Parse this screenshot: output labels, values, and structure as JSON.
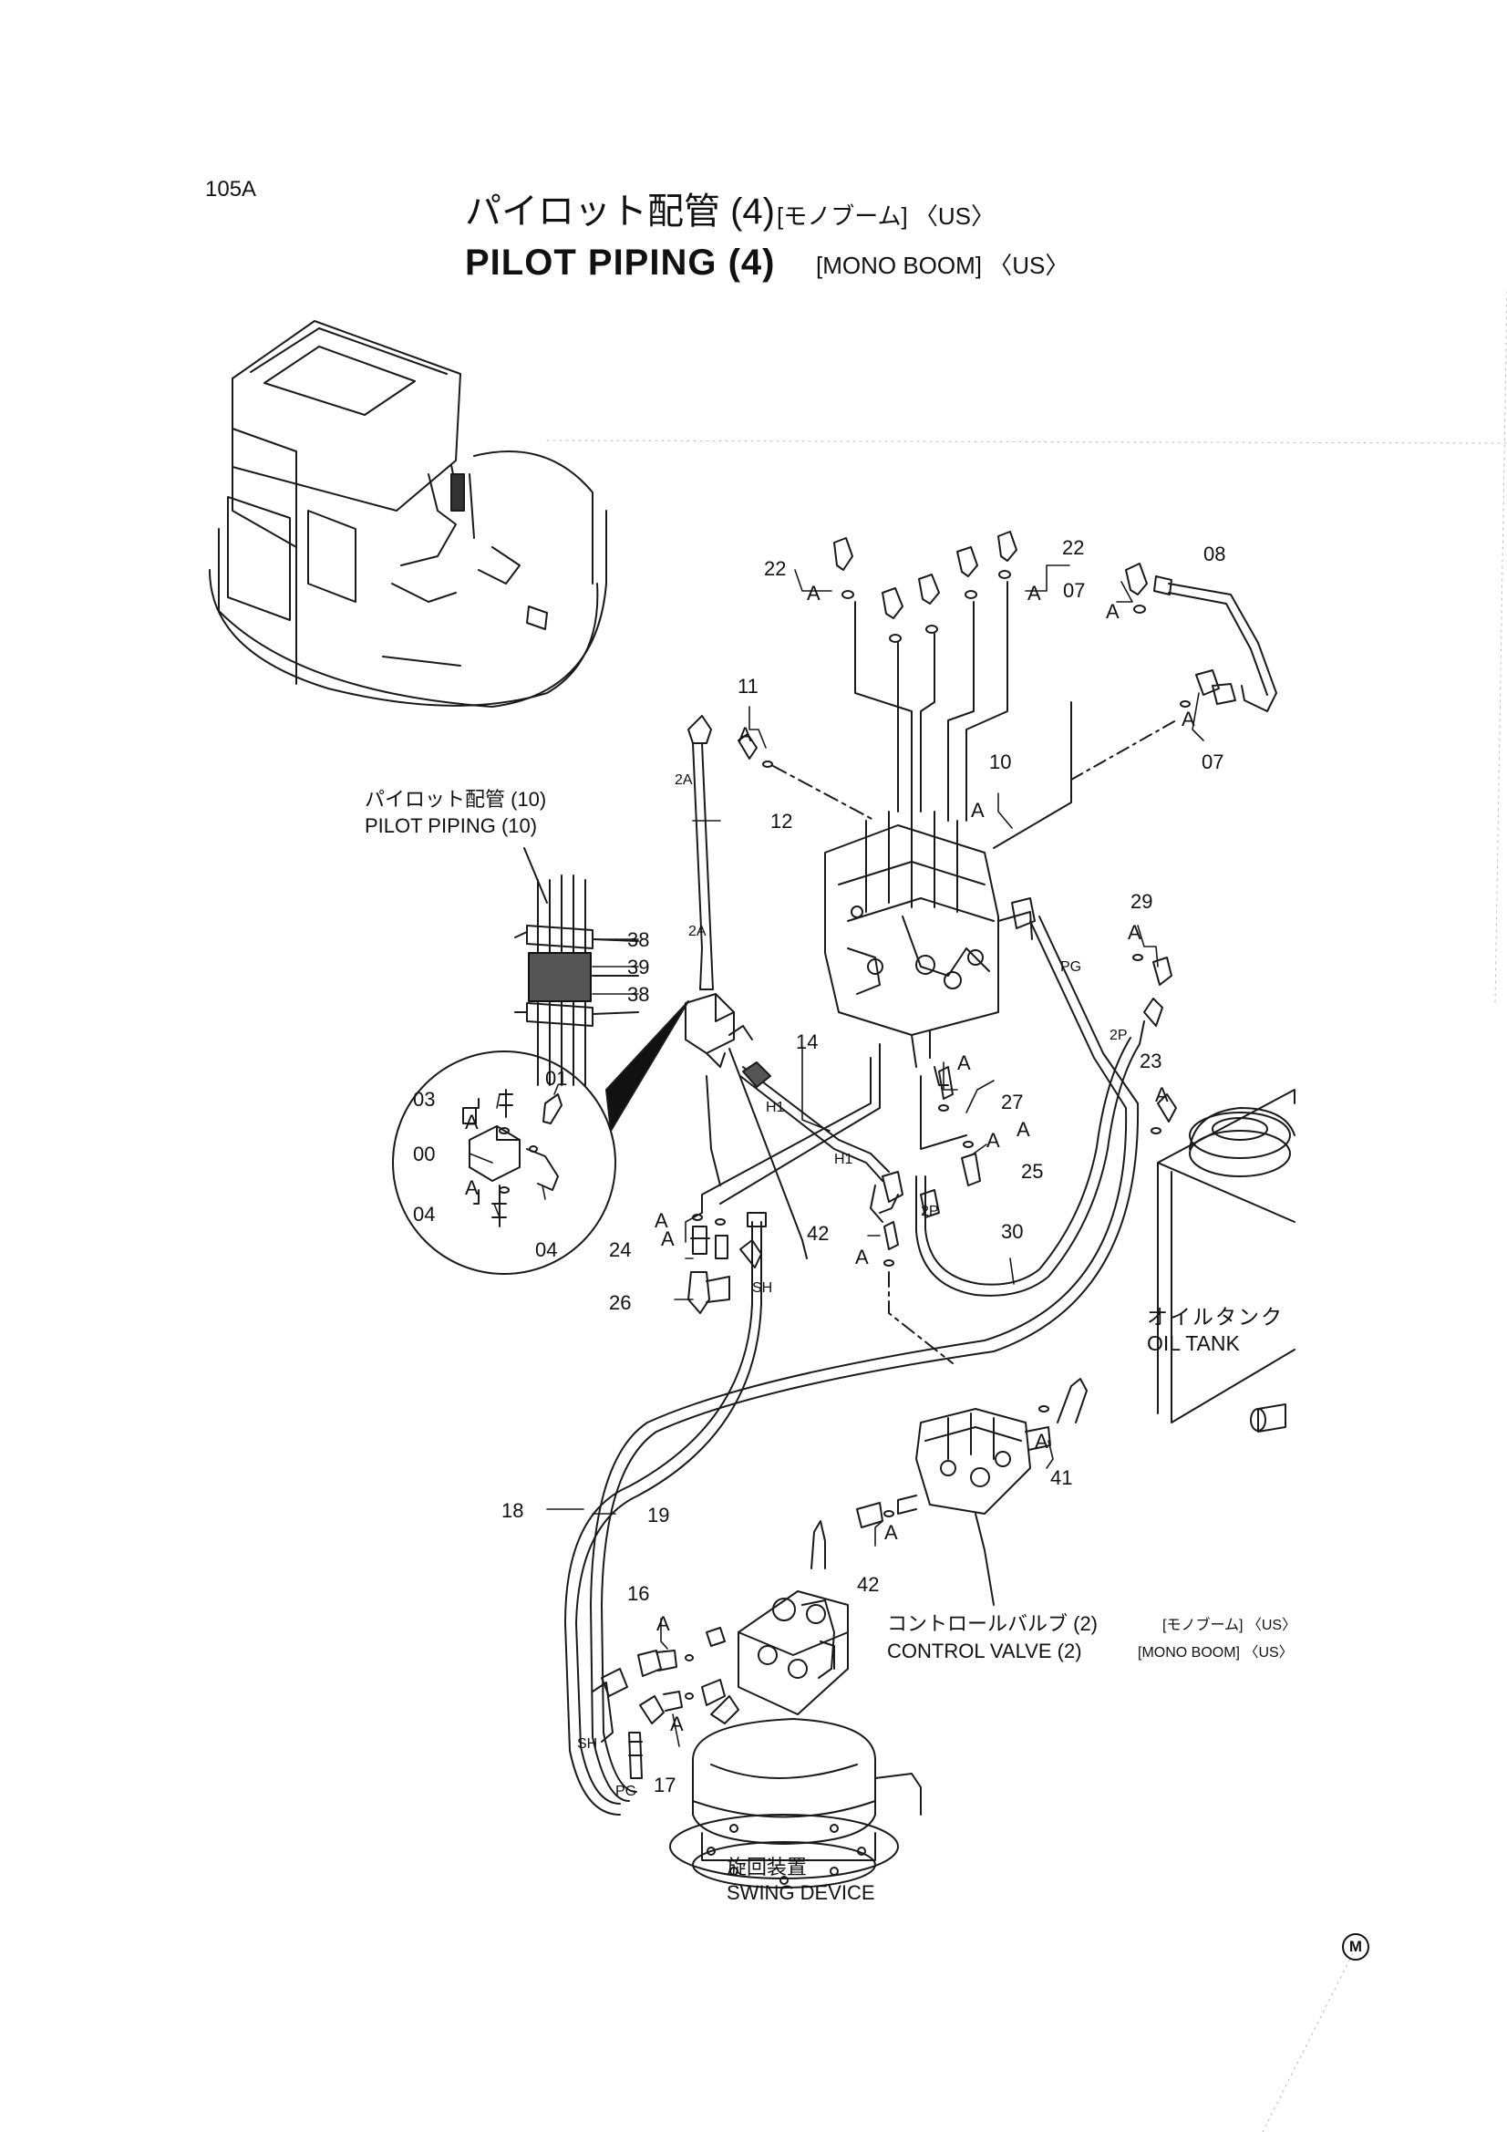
{
  "page": {
    "code": "105A",
    "title_jp": "パイロット配管 (4)",
    "title_jp_qual": "[モノブーム] 〈US〉",
    "title_en": "PILOT PIPING (4)",
    "title_en_qual": "[MONO BOOM] 〈US〉",
    "corner_mark": "M"
  },
  "callouts": {
    "ref_pilot_jp": "パイロット配管 (10)",
    "ref_pilot_en": "PILOT PIPING (10)",
    "oil_tank_jp": "オイルタンク",
    "oil_tank_en": "OIL TANK",
    "cv_jp": "コントロールバルブ (2)",
    "cv_jp_qual": "[モノブーム] 〈US〉",
    "cv_en": "CONTROL VALVE (2)",
    "cv_en_qual": "[MONO BOOM] 〈US〉",
    "swing_jp": "旋回装置",
    "swing_en": "SWING DEVICE"
  },
  "parts": {
    "p00": "00",
    "p01": "01",
    "p03": "03",
    "p04a": "04",
    "p04b": "04",
    "p07a": "07",
    "p07b": "07",
    "p08": "08",
    "p10": "10",
    "p11": "11",
    "p12": "12",
    "p14": "14",
    "p16": "16",
    "p17": "17",
    "p18": "18",
    "p19": "19",
    "p22a": "22",
    "p22b": "22",
    "p23": "23",
    "p24": "24",
    "p25": "25",
    "p26": "26",
    "p27": "27",
    "p29": "29",
    "p30": "30",
    "p38a": "38",
    "p38b": "38",
    "p39": "39",
    "p41": "41",
    "p42a": "42",
    "p42b": "42"
  },
  "ports": {
    "port_2a_top": "2A",
    "port_2a_mid": "2A",
    "port_h1_a": "H1",
    "port_h1_b": "H1",
    "port_2p_a": "2P",
    "port_2p_b": "2P",
    "port_pg_a": "PG",
    "port_pg_b": "PG",
    "port_sh_a": "SH",
    "port_sh_b": "SH"
  },
  "seal_marks": {
    "a1": "A",
    "a2": "A",
    "a3": "A",
    "a4": "A",
    "a5": "A",
    "a6": "A",
    "a7": "A",
    "a8": "A",
    "a9": "A",
    "a10": "A",
    "a11": "A",
    "a12": "A",
    "a13": "A",
    "a14": "A",
    "a15": "A",
    "a16": "A",
    "a17": "A",
    "a18": "A",
    "a19": "A",
    "a20": "A"
  }
}
